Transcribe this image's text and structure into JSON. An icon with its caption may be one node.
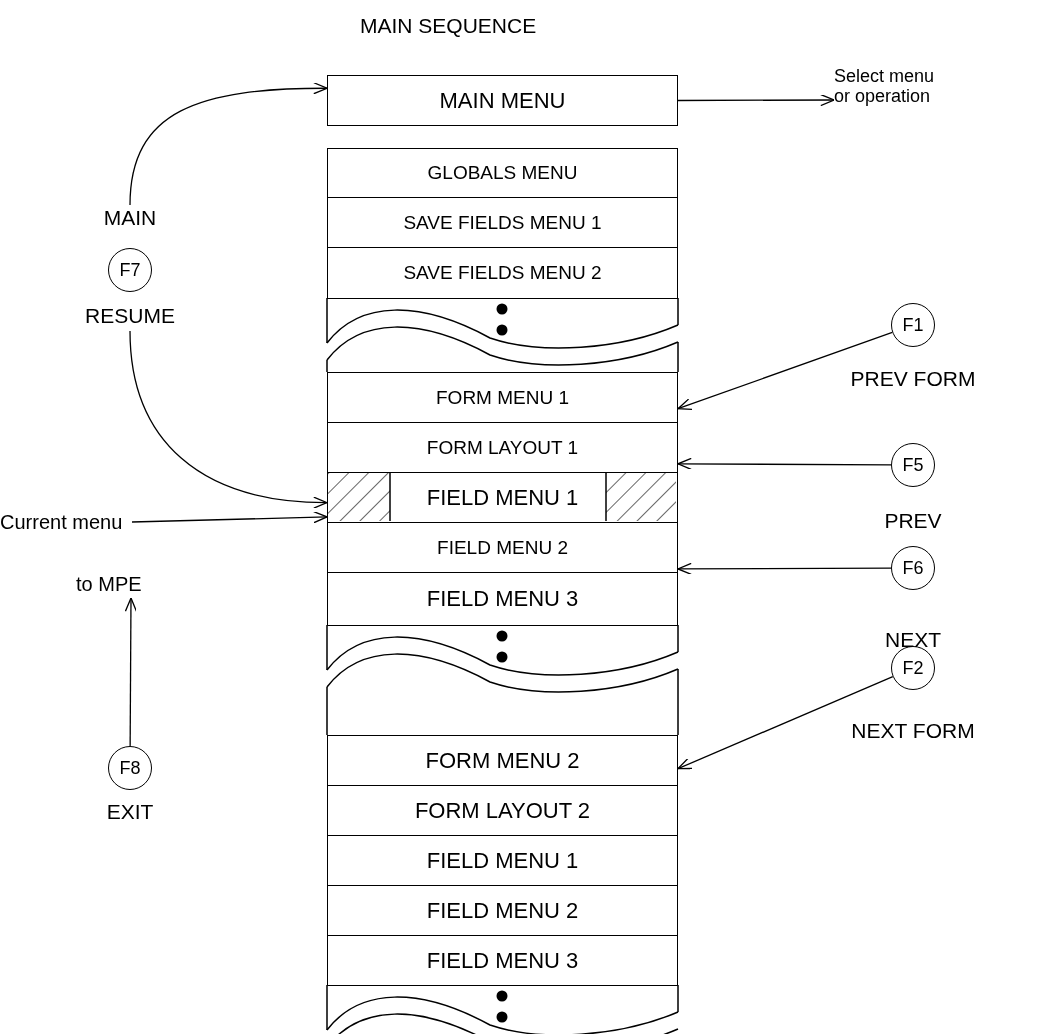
{
  "diagram": {
    "title": "MAIN SEQUENCE",
    "nodes": [
      {
        "text": [
          "MAIN MENU"
        ]
      },
      {
        "text": [
          "GLOBALS MENU"
        ]
      },
      {
        "text": [
          "SAVE FIELDS MENU 1"
        ]
      },
      {
        "text": [
          "SAVE FIELDS MENU 2"
        ]
      },
      {
        "text": [
          "FORM MENU 1"
        ]
      },
      {
        "text": [
          "FORM LAYOUT 1"
        ]
      },
      {
        "text": [
          "FIELD MENU 1"
        ]
      },
      {
        "text": [
          "FIELD MENU 2"
        ]
      },
      {
        "text": [
          "FIELD MENU 3"
        ]
      },
      {
        "text": [
          "FORM MENU 2"
        ]
      },
      {
        "text": [
          "FORM LAYOUT 2"
        ]
      },
      {
        "text": [
          "FIELD MENU 1"
        ]
      },
      {
        "text": [
          "FIELD MENU 2"
        ]
      },
      {
        "text": [
          "FIELD MENU 3"
        ]
      },
      {
        "text": [
          "F7"
        ],
        "beside": [
          "MAIN",
          "RESUME"
        ]
      },
      {
        "text": [
          "F1"
        ],
        "beside": [
          "PREV FORM"
        ]
      },
      {
        "text": [
          "F5"
        ],
        "beside": [
          "PREV"
        ]
      },
      {
        "text": [
          "F6"
        ]
      },
      {
        "text": [
          "F2"
        ],
        "beside": [
          "NEXT FORM"
        ]
      },
      {
        "text": [
          "F8"
        ],
        "beside": [
          "EXIT"
        ]
      },
      {
        "text": [
          "Select menu or operation"
        ]
      },
      {
        "text": [
          "Current menu"
        ]
      },
      {
        "text": [
          "to MPE"
        ]
      }
    ],
    "edges": [
      {
        "from": 14,
        "to": 0,
        "arrow": "to"
      },
      {
        "from": 14,
        "to": 6,
        "arrow": "to"
      },
      {
        "from": 21,
        "to": 6,
        "arrow": "to"
      },
      {
        "from": 15,
        "to": 4,
        "arrow": "to"
      },
      {
        "from": 16,
        "to": 5,
        "arrow": "to"
      },
      {
        "from": 17,
        "to": 7,
        "arrow": "to"
      },
      {
        "from": 18,
        "to": 9,
        "arrow": "to"
      },
      {
        "from": 0,
        "to": 20,
        "arrow": "to"
      },
      {
        "from": 19,
        "to": 22,
        "arrow": "to"
      }
    ],
    "labels": [
      "NEXT"
    ]
  }
}
